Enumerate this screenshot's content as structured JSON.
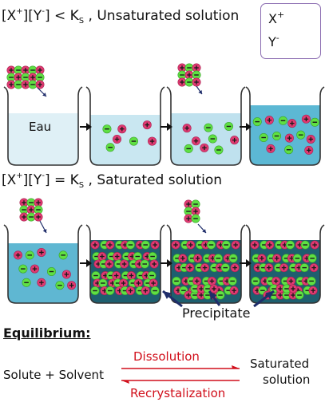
{
  "rows": [
    {
      "name": "unsaturated",
      "title_left": "[X",
      "title_sup1": "+",
      "title_mid": "][Y",
      "title_sup2": "-",
      "title_rel": "] < K",
      "title_sub": "S",
      "title_text": " , Unsaturated solution",
      "beaker_label": "Eau",
      "beakers": [
        {
          "fill": "#dff0f6",
          "ions": []
        },
        {
          "fill": "#c9e7f1",
          "ions": [
            [
              "c",
              5,
              4.5
            ],
            [
              "a",
              9.5,
              4.5
            ],
            [
              "a",
              17,
              3.5
            ],
            [
              "a",
              8,
              7
            ],
            [
              "c",
              6,
              9
            ],
            [
              "a",
              18.5,
              7.5
            ],
            [
              "c",
              13,
              7.5
            ]
          ]
        },
        {
          "fill": "#bfe1ee",
          "ions": [
            [
              "a",
              4.8,
              4.6
            ],
            [
              "c",
              11.2,
              4.5
            ],
            [
              "c",
              17.3,
              4.2
            ],
            [
              "a",
              7.5,
              7.6
            ],
            [
              "c",
              12.5,
              7.1
            ],
            [
              "a",
              19,
              7.4
            ],
            [
              "c",
              5.3,
              9.4
            ],
            [
              "a",
              10,
              9.2
            ],
            [
              "c",
              14.3,
              9.7
            ]
          ]
        },
        {
          "fill": "#5cb8d4",
          "ions": [
            [
              "c",
              2.2,
              4.6
            ],
            [
              "a",
              5.8,
              4.3
            ],
            [
              "c",
              9.9,
              4.4
            ],
            [
              "a",
              12.6,
              4.9
            ],
            [
              "a",
              16.8,
              4.1
            ],
            [
              "c",
              19.4,
              4.7
            ],
            [
              "c",
              4.1,
              7.6
            ],
            [
              "c",
              8,
              7.3
            ],
            [
              "a",
              11.8,
              7.7
            ],
            [
              "c",
              15.2,
              7.1
            ],
            [
              "a",
              18.2,
              7.9
            ],
            [
              "a",
              6.2,
              9.7
            ],
            [
              "c",
              11.6,
              9.9
            ],
            [
              "a",
              17.6,
              10
            ]
          ]
        }
      ]
    },
    {
      "name": "saturated",
      "title_left": "[X",
      "title_sup1": "+",
      "title_mid": "][Y",
      "title_sup2": "-",
      "title_rel": "] = K",
      "title_sub": "S",
      "title_text": " , Saturated solution",
      "beakers": [
        {
          "fill": "#5fb7d2",
          "ions": [
            [
              "a",
              3,
              4
            ],
            [
              "c",
              6.5,
              4
            ],
            [
              "a",
              10,
              3.5
            ],
            [
              "c",
              16.5,
              4
            ],
            [
              "c",
              4.5,
              6.5
            ],
            [
              "a",
              8,
              6.5
            ],
            [
              "c",
              13,
              7
            ],
            [
              "a",
              17.5,
              7.5
            ],
            [
              "c",
              5.5,
              9
            ],
            [
              "a",
              10,
              9
            ],
            [
              "c",
              15.5,
              9.5
            ],
            [
              "a",
              19,
              9.5
            ]
          ]
        },
        {
          "fill": "#1e5f6f",
          "ions": "dense"
        },
        {
          "fill": "#1e5f6f",
          "ions": "dense-precip"
        },
        {
          "fill": "#1e5f6f",
          "ions": "dense-precip"
        }
      ]
    }
  ],
  "legend": {
    "cation_label": "X",
    "cation_sup": "+",
    "anion_label": "Y",
    "anion_sup": "-",
    "cation_color": "#5fe043",
    "anion_color": "#e03a72"
  },
  "precipitate_label": "Precipitate",
  "equilibrium": {
    "heading": "Equilibrium:",
    "left": "Solute + Solvent",
    "right_line1": "Saturated",
    "right_line2": "solution",
    "forward": "Dissolution",
    "reverse": "Recrystalization"
  },
  "colors": {
    "cation": "#5fe043",
    "anion": "#e03a72",
    "arrow_red": "#d10f1b",
    "precip_arrow": "#1f2d6a",
    "beaker_stroke": "#333333",
    "drop_arrow": "#1f2d6a"
  }
}
